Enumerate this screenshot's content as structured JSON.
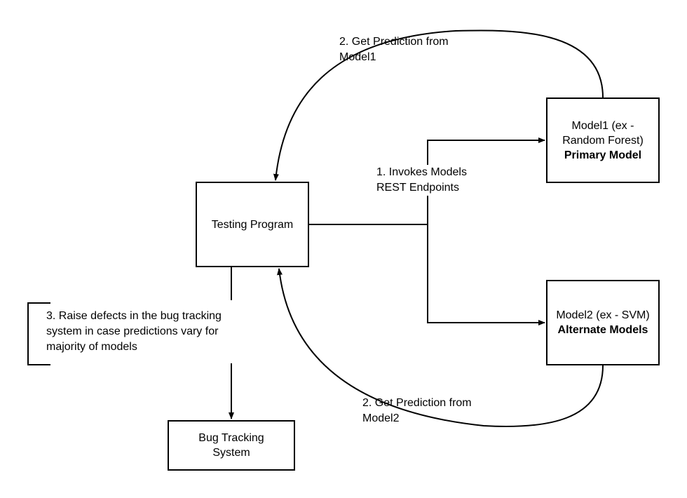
{
  "nodes": {
    "testing_program": {
      "line1": "Testing Program"
    },
    "model1": {
      "line1": "Model1 (ex -",
      "line2": "Random Forest)",
      "line3": "Primary Model"
    },
    "model2": {
      "line1": "Model2 (ex - SVM)",
      "line2": "Alternate Models"
    },
    "bug_tracking": {
      "line1": "Bug Tracking",
      "line2": "System"
    }
  },
  "labels": {
    "model1_prediction": {
      "line1": "2. Get Prediction from",
      "line2": "Model1"
    },
    "invokes": {
      "line1": "1. Invokes Models",
      "line2": "REST Endpoints"
    },
    "model2_prediction": {
      "line1": "2. Get Prediction from",
      "line2": "Model2"
    },
    "raise_defects": {
      "line1": "3. Raise defects in the bug tracking",
      "line2": "system in case predictions vary for",
      "line3": "majority of models"
    }
  }
}
